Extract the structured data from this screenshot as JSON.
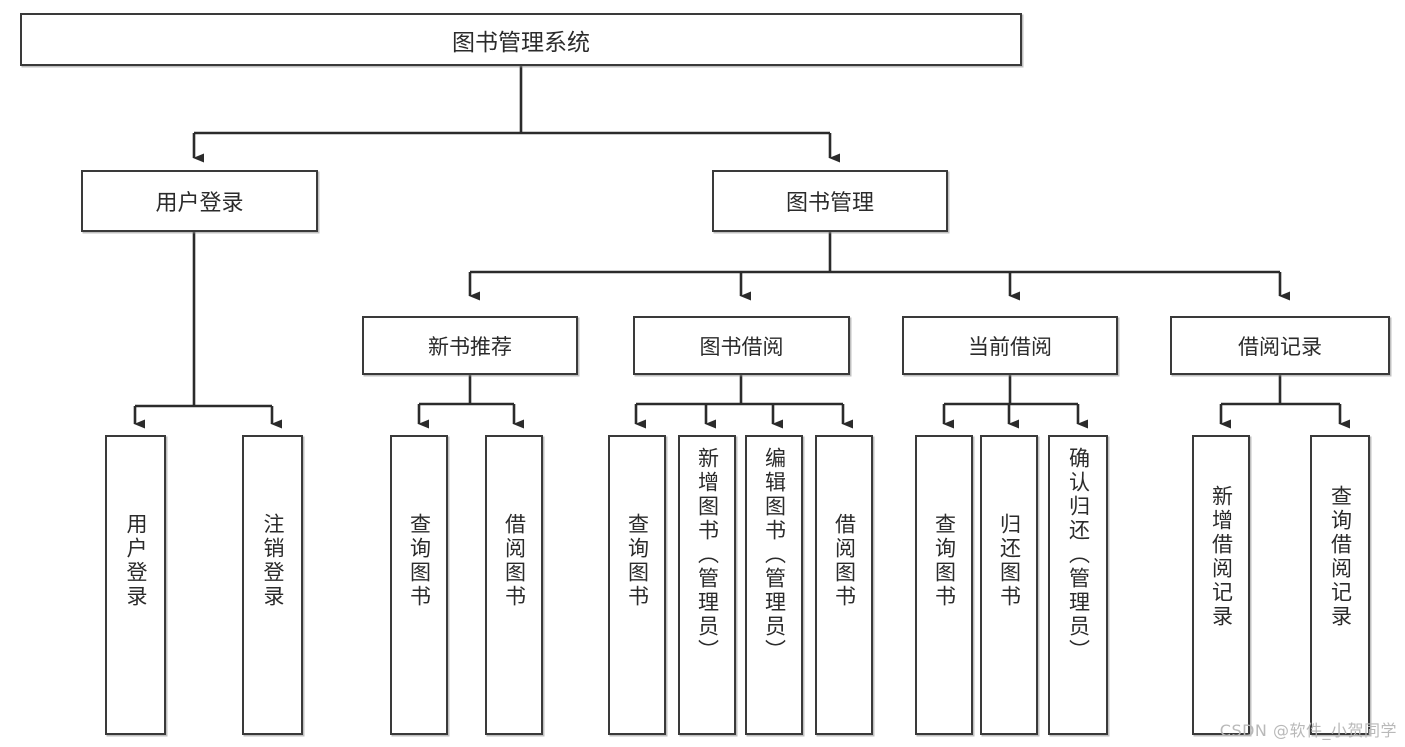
{
  "diagram": {
    "type": "tree-hierarchy",
    "title": "图书管理系统",
    "orientation": "top-down",
    "edge_style": "orthogonal-with-arrowheads",
    "colors": {
      "box_border": "#3a3a3a",
      "box_fill": "#ffffff",
      "text": "#2b2b2b",
      "edge": "#2b2b2b",
      "watermark": "#b9b9b9"
    },
    "levels": {
      "root": {
        "label": "图书管理系统"
      },
      "level2": [
        {
          "id": "user-login",
          "label": "用户登录"
        },
        {
          "id": "book-manage",
          "label": "图书管理"
        }
      ],
      "level3": [
        {
          "id": "new-book-recommend",
          "label": "新书推荐",
          "parent": "book-manage"
        },
        {
          "id": "book-borrow",
          "label": "图书借阅",
          "parent": "book-manage"
        },
        {
          "id": "current-borrow",
          "label": "当前借阅",
          "parent": "book-manage"
        },
        {
          "id": "borrow-record",
          "label": "借阅记录",
          "parent": "book-manage"
        }
      ],
      "leaves": [
        {
          "id": "leaf-user-login",
          "label": "用户登录",
          "parent": "user-login"
        },
        {
          "id": "leaf-logout-login",
          "label": "注销登录",
          "parent": "user-login"
        },
        {
          "id": "leaf-query-book-1",
          "label": "查询图书",
          "parent": "new-book-recommend"
        },
        {
          "id": "leaf-borrow-book-1",
          "label": "借阅图书",
          "parent": "new-book-recommend"
        },
        {
          "id": "leaf-query-book-2",
          "label": "查询图书",
          "parent": "book-borrow"
        },
        {
          "id": "leaf-add-book",
          "label": "新增图书（管理员）",
          "parent": "book-borrow"
        },
        {
          "id": "leaf-edit-book",
          "label": "编辑图书（管理员）",
          "parent": "book-borrow"
        },
        {
          "id": "leaf-borrow-book-2",
          "label": "借阅图书",
          "parent": "book-borrow"
        },
        {
          "id": "leaf-query-book-3",
          "label": "查询图书",
          "parent": "current-borrow"
        },
        {
          "id": "leaf-return-book",
          "label": "归还图书",
          "parent": "current-borrow"
        },
        {
          "id": "leaf-confirm-return",
          "label": "确认归还（管理员）",
          "parent": "current-borrow"
        },
        {
          "id": "leaf-add-record",
          "label": "新增借阅记录",
          "parent": "borrow-record"
        },
        {
          "id": "leaf-query-record",
          "label": "查询借阅记录",
          "parent": "borrow-record"
        }
      ]
    },
    "watermark": "CSDN @软件_小贺同学"
  }
}
